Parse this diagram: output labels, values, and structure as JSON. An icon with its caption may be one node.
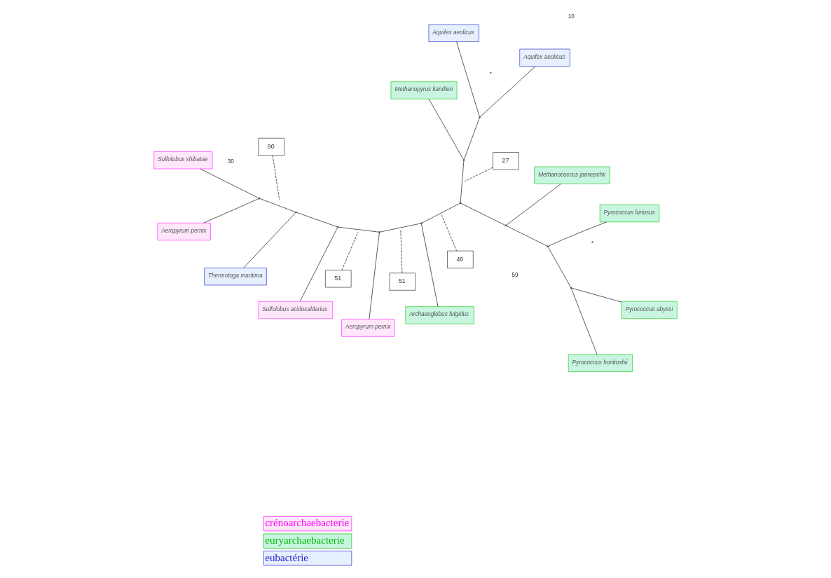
{
  "diagram": {
    "nodes": [
      {
        "text": [
          "Thermotoga maritima"
        ]
      },
      {
        "text": [
          "Sulfolobus acidocaldarius"
        ]
      },
      {
        "text": [
          "Aeropyrum pernix"
        ]
      },
      {
        "text": [
          "90"
        ]
      },
      {
        "text": [
          "Aeropyrum pernix"
        ]
      },
      {
        "text": [
          "51"
        ]
      },
      {
        "text": [
          "Sulfolobus shibatae"
        ]
      },
      {
        "text": [
          "51"
        ]
      },
      {
        "text": [
          "Archaeoglobus fulgidus"
        ]
      },
      {
        "text": [
          "40"
        ]
      },
      {
        "text": [
          "27"
        ]
      },
      {
        "text": [
          "Methanococcus jannaschii"
        ]
      },
      {
        "text": [
          "Pyrococcus furiosus"
        ]
      },
      {
        "text": [
          "Pyrococcus abyssi"
        ]
      },
      {
        "text": [
          "Aquifex aeolicus"
        ]
      },
      {
        "text": [
          "Pyrococcus honkoshii"
        ]
      },
      {
        "text": [
          "Aquifex aeolicus"
        ]
      },
      {
        "text": [
          "Methanopyrus kandleri"
        ]
      },
      {
        "text": [],
        "shape": "point"
      },
      {
        "text": [],
        "shape": "point"
      },
      {
        "text": [],
        "shape": "point"
      },
      {
        "text": [],
        "shape": "point"
      },
      {
        "text": [],
        "shape": "point"
      },
      {
        "text": [],
        "shape": "point"
      },
      {
        "text": [],
        "shape": "point"
      },
      {
        "text": [],
        "shape": "point"
      },
      {
        "text": [],
        "shape": "point"
      },
      {
        "text": [],
        "shape": "point"
      },
      {
        "text": [],
        "shape": "point"
      }
    ],
    "edges": [
      {
        "from": 2,
        "to": 18,
        "arrow": "none"
      },
      {
        "from": 6,
        "to": 18,
        "arrow": "none"
      },
      {
        "from": 18,
        "to": 19,
        "arrow": "none"
      },
      {
        "from": 0,
        "to": 19,
        "arrow": "none"
      },
      {
        "from": 19,
        "to": 20,
        "arrow": "none"
      },
      {
        "from": 1,
        "to": 20,
        "arrow": "none"
      },
      {
        "from": 20,
        "to": 21,
        "arrow": "none"
      },
      {
        "from": 4,
        "to": 21,
        "arrow": "none"
      },
      {
        "from": 21,
        "to": 22,
        "arrow": "none"
      },
      {
        "from": 8,
        "to": 22,
        "arrow": "none"
      },
      {
        "from": 22,
        "to": 23,
        "arrow": "none"
      },
      {
        "from": 23,
        "to": 24,
        "arrow": "none"
      },
      {
        "from": 11,
        "to": 24,
        "arrow": "none"
      },
      {
        "from": 24,
        "to": 27,
        "arrow": "none"
      },
      {
        "from": 12,
        "to": 27,
        "arrow": "none"
      },
      {
        "from": 27,
        "to": 28,
        "arrow": "none"
      },
      {
        "from": 13,
        "to": 28,
        "arrow": "none"
      },
      {
        "from": 15,
        "to": 28,
        "arrow": "none"
      },
      {
        "from": 23,
        "to": 25,
        "arrow": "none"
      },
      {
        "from": 17,
        "to": 25,
        "arrow": "none"
      },
      {
        "from": 25,
        "to": 26,
        "arrow": "none"
      },
      {
        "from": 14,
        "to": 26,
        "arrow": "none"
      },
      {
        "from": 16,
        "to": 26,
        "arrow": "none"
      },
      {
        "from": 3,
        "to": null,
        "arrow": "none",
        "style": "dashed"
      },
      {
        "from": 5,
        "to": null,
        "arrow": "none",
        "style": "dashed"
      },
      {
        "from": 7,
        "to": null,
        "arrow": "none",
        "style": "dashed"
      },
      {
        "from": 9,
        "to": null,
        "arrow": "none",
        "style": "dashed"
      },
      {
        "from": 10,
        "to": null,
        "arrow": "none",
        "style": "dashed"
      }
    ],
    "labels": [
      "30",
      "59",
      "*",
      "*",
      "10"
    ],
    "legend": [
      {
        "text": "crénoarchaebacterie",
        "color": "#ffe6fa"
      },
      {
        "text": "euryarchaebacterie",
        "color": "#c8f5e0"
      },
      {
        "text": "eubactérie",
        "color": "#e6f0ff"
      }
    ]
  }
}
